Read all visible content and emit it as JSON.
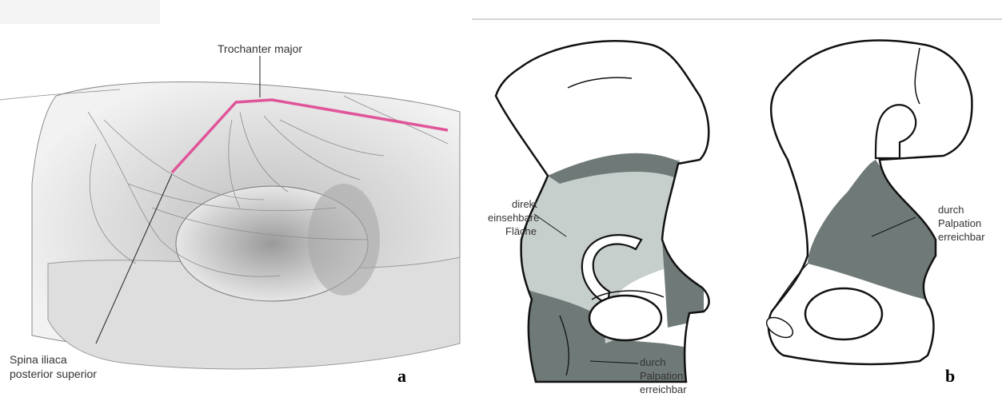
{
  "panel_a": {
    "letter": "a",
    "labels": {
      "trochanter": "Trochanter major",
      "spina_line1": "Spina iliaca",
      "spina_line2": "posterior superior"
    }
  },
  "panel_b": {
    "letter": "b",
    "left_labels": {
      "direkt_line1": "direkt",
      "direkt_line2": "einsehbare",
      "direkt_line3": "Fläche",
      "durch_line1": "durch",
      "durch_line2": "Palpation",
      "durch_line3": "erreichbar"
    },
    "right_labels": {
      "durch_line1": "durch",
      "durch_line2": "Palpation",
      "durch_line3": "erreichbar"
    }
  },
  "colors": {
    "highlight_line": "#e0559a",
    "dark_region": "#6f7a78",
    "light_region": "#c7cfcd",
    "outline": "#111111"
  }
}
